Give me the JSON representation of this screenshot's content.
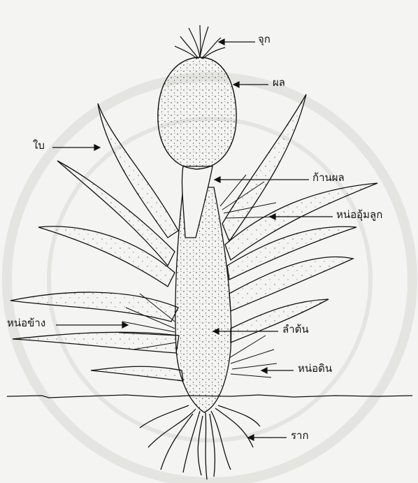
{
  "diagram": {
    "labels": {
      "crown": "จุก",
      "fruit": "ผล",
      "leaf": "ใบ",
      "peduncle": "ก้านผล",
      "slip": "หน่ออุ้มลูก",
      "side_sucker": "หน่อข้าง",
      "stem": "ลำต้น",
      "ground_sucker": "หน่อดิน",
      "root": "ราก"
    }
  },
  "colors": {
    "ink": "#111111",
    "background": "#f4f4f2",
    "watermark": "#e4e4e0"
  }
}
